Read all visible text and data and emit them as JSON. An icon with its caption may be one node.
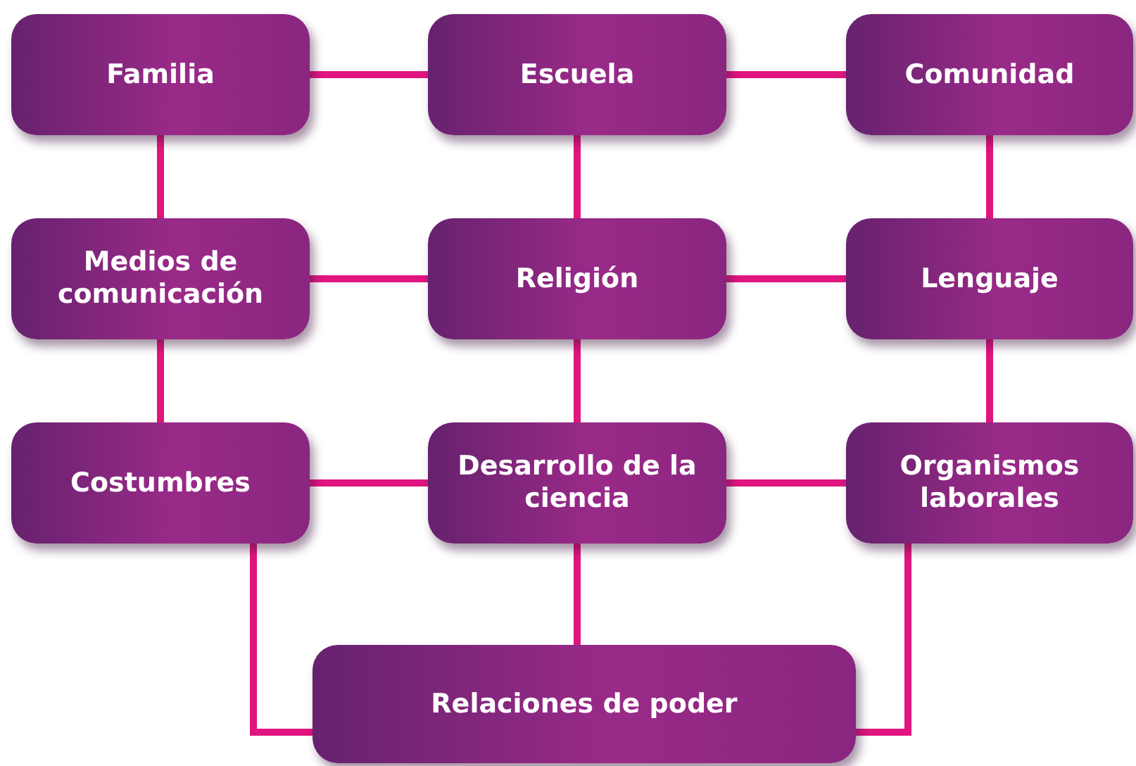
{
  "diagram": {
    "nodes": [
      {
        "text": [
          "Familia"
        ]
      },
      {
        "text": [
          "Escuela"
        ]
      },
      {
        "text": [
          "Comunidad"
        ]
      },
      {
        "text": [
          "Medios de comunicación"
        ]
      },
      {
        "text": [
          "Religión"
        ]
      },
      {
        "text": [
          "Lenguaje"
        ]
      },
      {
        "text": [
          "Costumbres"
        ]
      },
      {
        "text": [
          "Desarrollo de la ciencia"
        ]
      },
      {
        "text": [
          "Organismos laborales"
        ]
      },
      {
        "text": [
          "Relaciones de poder"
        ]
      }
    ],
    "edges": [
      {
        "from": 0,
        "to": 1,
        "arrow": "none"
      },
      {
        "from": 1,
        "to": 2,
        "arrow": "none"
      },
      {
        "from": 0,
        "to": 3,
        "arrow": "none"
      },
      {
        "from": 1,
        "to": 4,
        "arrow": "none"
      },
      {
        "from": 2,
        "to": 5,
        "arrow": "none"
      },
      {
        "from": 3,
        "to": 4,
        "arrow": "none"
      },
      {
        "from": 4,
        "to": 5,
        "arrow": "none"
      },
      {
        "from": 3,
        "to": 6,
        "arrow": "none"
      },
      {
        "from": 4,
        "to": 7,
        "arrow": "none"
      },
      {
        "from": 5,
        "to": 8,
        "arrow": "none"
      },
      {
        "from": 6,
        "to": 7,
        "arrow": "none"
      },
      {
        "from": 7,
        "to": 8,
        "arrow": "none"
      },
      {
        "from": 6,
        "to": 9,
        "arrow": "none"
      },
      {
        "from": 7,
        "to": 9,
        "arrow": "none"
      },
      {
        "from": 8,
        "to": 9,
        "arrow": "none"
      }
    ]
  }
}
